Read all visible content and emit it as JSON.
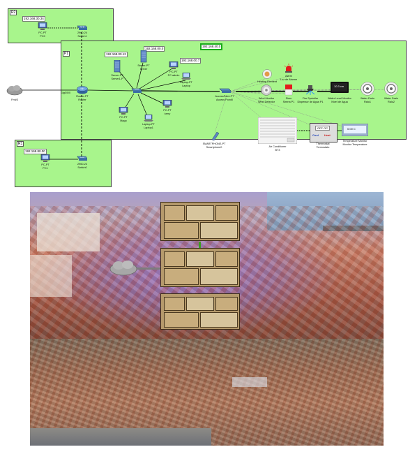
{
  "zones": {
    "r2": {
      "tag": "R2",
      "ip": "192.168.30.34"
    },
    "p1": {
      "tag": "P1",
      "ip": "192.168.40.0"
    },
    "r1": {
      "tag": "R1",
      "ip": "192.168.80.00"
    }
  },
  "ips": {
    "server_block": "192.168.00.12",
    "server2": "192.168.00.0",
    "pc_admin_net": "192.168.00.7"
  },
  "devices": {
    "pc0": [
      "PC-PT",
      "PC0"
    ],
    "switch1": [
      "2960-24",
      "Switch1"
    ],
    "pc1": [
      "PC-PT",
      "PC1"
    ],
    "switch0": [
      "2960-24",
      "Switch0"
    ],
    "cloud": [
      "Fm#3"
    ],
    "router": [
      "Router-PT",
      "Router"
    ],
    "port": [
      "Gig0/0/0"
    ],
    "server1": [
      "Server-PT",
      "Server1-P"
    ],
    "server2": [
      "Server-PT",
      "server"
    ],
    "pc_admin": [
      "PC-PT",
      "PC admin"
    ],
    "laptop_top": [
      "Laptop-PT",
      "Laptop"
    ],
    "pc_mago": [
      "PC-PT",
      "Mago"
    ],
    "laptop1": [
      "Laptop-PT",
      "Laptop1"
    ],
    "pc_kerry": [
      "PC-PT",
      "kerry"
    ],
    "access_point": [
      "AccessPoint-PT",
      "Access Point0"
    ],
    "smartphone": [
      "SMARTPHONE-PT",
      "Smartphone0"
    ],
    "heating": [
      "Heating Element"
    ],
    "alarm": [
      "Alarm",
      "Luz de Alarme"
    ],
    "wind": [
      "Wind Monitor",
      "Wind Detector"
    ],
    "siren": [
      "Siren",
      "Sirena P1"
    ],
    "sprinkler": [
      "Fire Sprinkler",
      "Dispersor de Agua P1"
    ],
    "water_monitor": [
      "Water Level Monitor",
      "Nivel de Agua"
    ],
    "drain1": [
      "Water Drain",
      "Ralo1"
    ],
    "drain2": [
      "Water Drain",
      "Ralo2"
    ],
    "ac": [
      "Air Conditioner",
      "BT3"
    ],
    "thermostat": [
      "Thermostat",
      "Termostato"
    ],
    "temp_monitor": [
      "Temperature Monitor",
      "Monitor Temperature"
    ]
  },
  "readouts": {
    "water": "10.3 cm",
    "thermostat": "OFF OC",
    "cool": "Cool",
    "heat": "Heat",
    "temp": "0.00 C"
  },
  "colors": {
    "zone_green": "#a8f58c",
    "link_black": "#000000",
    "wireless_gray": "#8a8a8a",
    "sky_purple": "#8a79d0"
  },
  "icons": [
    "pc-icon",
    "switch-icon",
    "router-icon",
    "cloud-icon",
    "server-icon",
    "laptop-icon",
    "access-point-icon",
    "smartphone-icon",
    "alarm-light-icon",
    "sprinkler-icon",
    "drain-icon",
    "air-conditioner-icon"
  ]
}
